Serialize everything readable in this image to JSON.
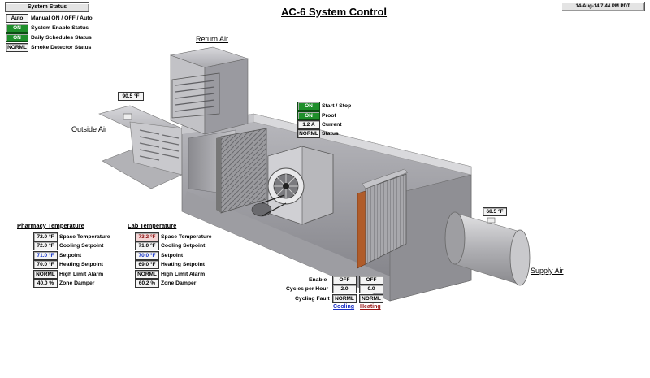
{
  "title": "AC-6 System Control",
  "datetime": "14-Aug-14 7:44 PM PDT",
  "system_status": {
    "button_label": "System Status",
    "rows": [
      {
        "value": "Auto",
        "label": "Manual ON / OFF / Auto",
        "state": "normal"
      },
      {
        "value": "ON",
        "label": "System Enable Status",
        "state": "on"
      },
      {
        "value": "ON",
        "label": "Daily Schedules Status",
        "state": "on"
      },
      {
        "value": "NORML",
        "label": "Smoke Detector Status",
        "state": "normal"
      }
    ]
  },
  "labels": {
    "return_air": "Return Air",
    "outside_air": "Outside Air",
    "supply_air": "Supply Air"
  },
  "sensors": {
    "outside_air_temp": "90.5 °F",
    "supply_air_temp": "68.5 °F"
  },
  "fan": {
    "rows": [
      {
        "value": "ON",
        "label": "Start / Stop",
        "state": "on"
      },
      {
        "value": "ON",
        "label": "Proof",
        "state": "on"
      },
      {
        "value": "1.2 A",
        "label": "Current",
        "state": "normal"
      },
      {
        "value": "NORML",
        "label": "Status",
        "state": "normal"
      }
    ]
  },
  "pharmacy": {
    "heading": "Pharmacy Temperature",
    "rows": [
      {
        "value": "72.0 °F",
        "label": "Space Temperature",
        "state": "normal"
      },
      {
        "value": "72.0 °F",
        "label": "Cooling Setpoint",
        "state": "normal"
      },
      {
        "value": "71.0 °F",
        "label": "Setpoint",
        "state": "blue"
      },
      {
        "value": "70.0 °F",
        "label": "Heating Setpoint",
        "state": "normal"
      },
      {
        "value": "NORML",
        "label": "High Limit Alarm",
        "state": "normal"
      },
      {
        "value": "40.0 %",
        "label": "Zone Damper",
        "state": "normal"
      }
    ]
  },
  "lab": {
    "heading": "Lab Temperature",
    "rows": [
      {
        "value": "73.2 °F",
        "label": "Space Temperature",
        "state": "red"
      },
      {
        "value": "71.0 °F",
        "label": "Cooling Setpoint",
        "state": "normal"
      },
      {
        "value": "70.0 °F",
        "label": "Setpoint",
        "state": "blue"
      },
      {
        "value": "69.0 °F",
        "label": "Heating Setpoint",
        "state": "normal"
      },
      {
        "value": "NORML",
        "label": "High Limit Alarm",
        "state": "normal"
      },
      {
        "value": "60.2 %",
        "label": "Zone Damper",
        "state": "normal"
      }
    ]
  },
  "coil": {
    "rows": [
      {
        "label": "Enable",
        "cooling": "OFF",
        "heating": "OFF"
      },
      {
        "label": "Cycles per Hour",
        "cooling": "2.0",
        "heating": "0.0"
      },
      {
        "label": "Cycling Fault",
        "cooling": "NORML",
        "heating": "NORML"
      }
    ],
    "cooling_link": "Cooling",
    "heating_link": "Heating",
    "cooling_color": "#1a2fc4",
    "heating_color": "#9a1414"
  },
  "colors": {
    "on_green": "#1f8f2b",
    "alarm_red": "#f2d4d4"
  }
}
